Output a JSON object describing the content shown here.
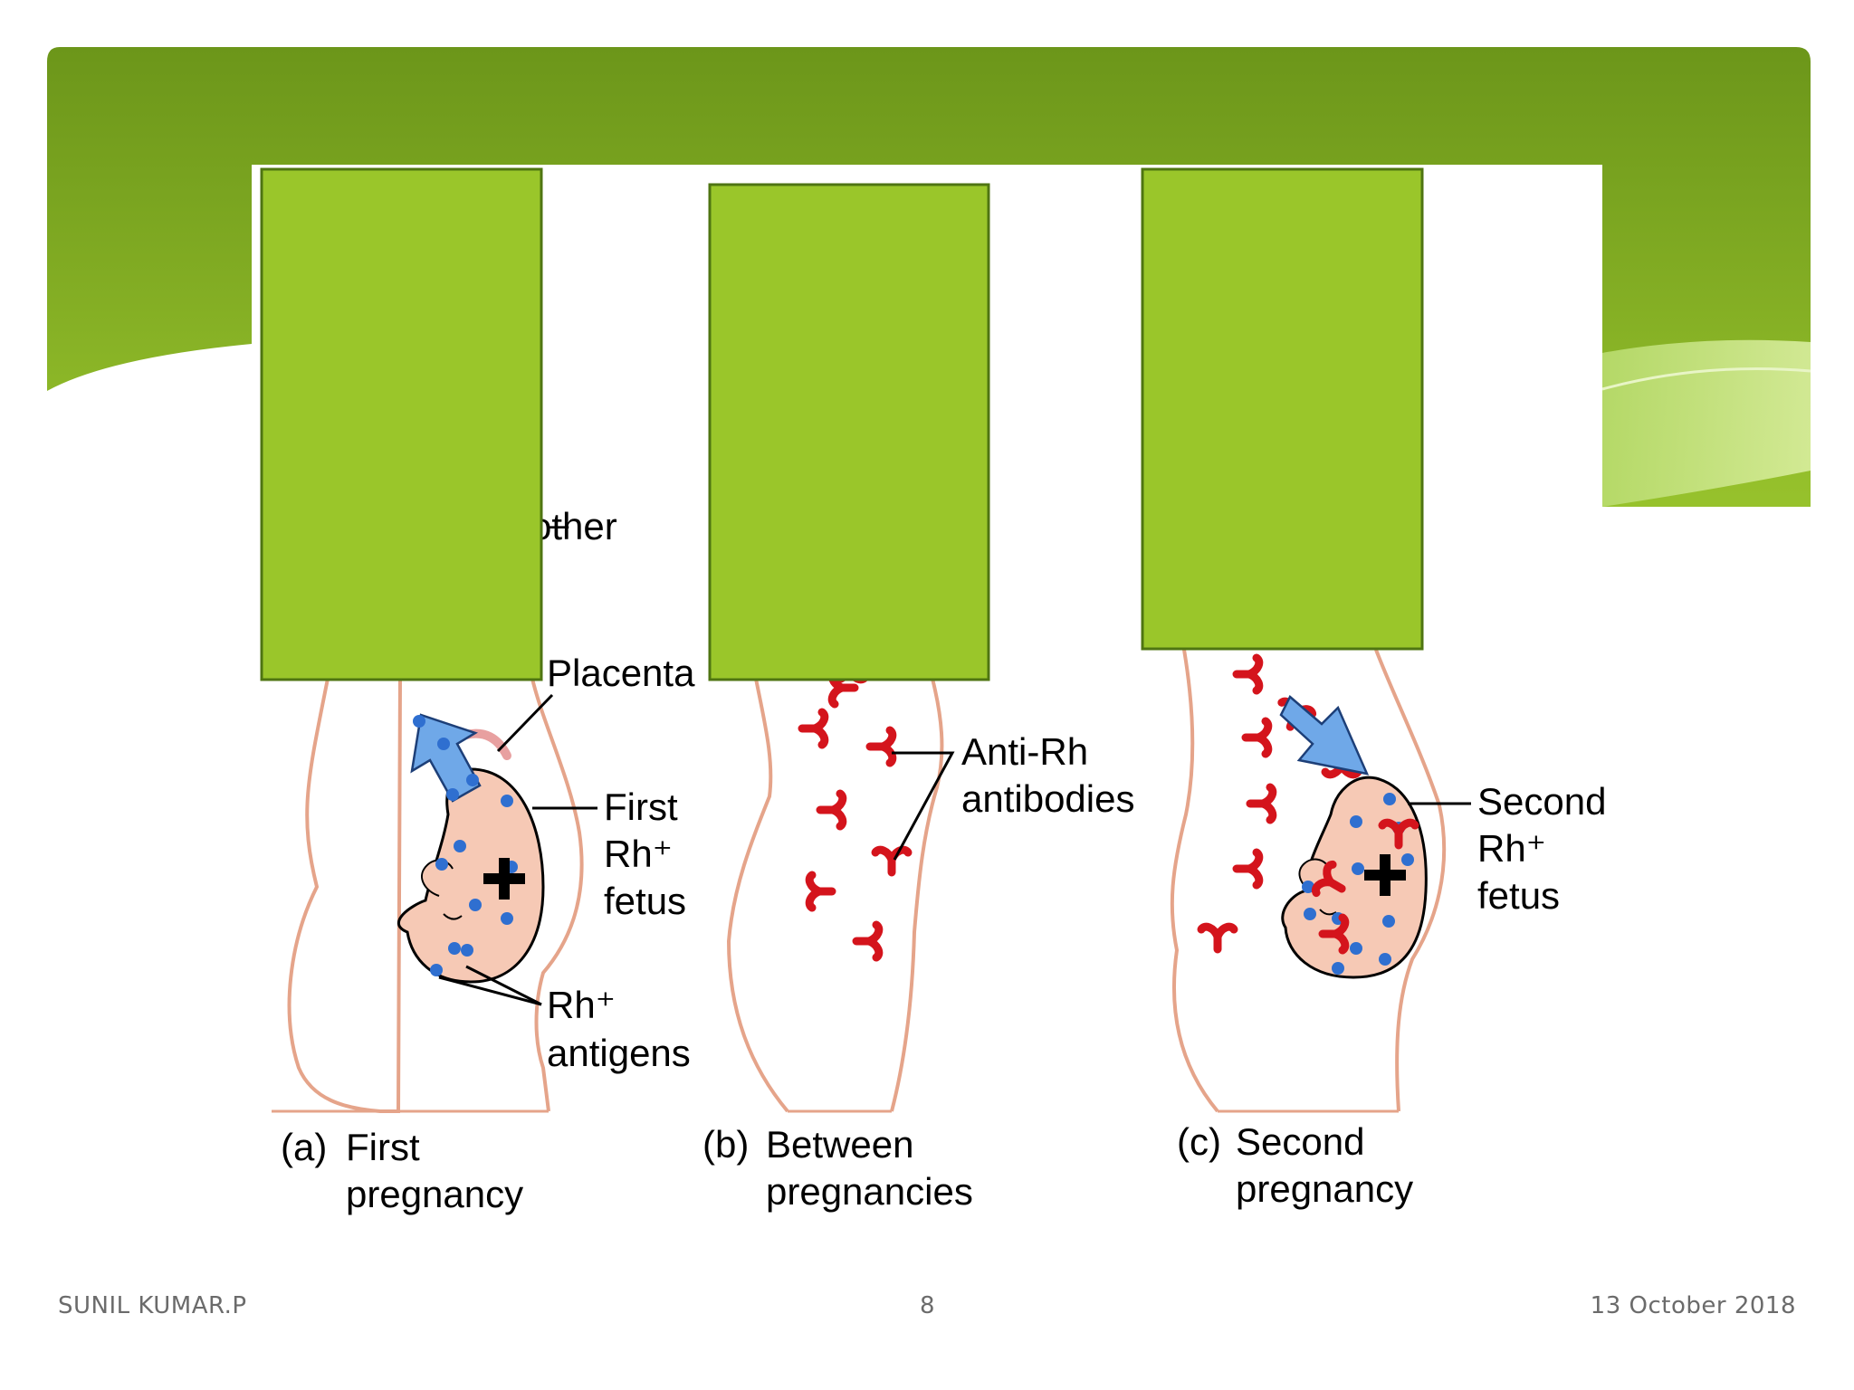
{
  "slide": {
    "theme_colors": {
      "banner_top": "#6f9a1c",
      "banner_bottom": "#8fbc2a",
      "overlay_box": "#9ac62a",
      "overlay_border": "#4f7512",
      "body_outline": "#e5a48a",
      "fetus_fill": "#f6c9b5",
      "antigen_dot": "#2f6fd0",
      "antibody_red": "#d4141c",
      "arrow_blue": "#6fa8e8"
    }
  },
  "diagram": {
    "labels": {
      "mother_rh_fragment": "–",
      "mother_fragment": "other",
      "placenta": "Placenta",
      "first_fetus": [
        "First",
        "Rh⁺",
        "fetus"
      ],
      "antigens": [
        "Rh⁺",
        "antigens"
      ],
      "antibodies": [
        "Anti-Rh",
        "antibodies"
      ],
      "second_fetus": [
        "Second",
        "Rh⁺",
        "fetus"
      ],
      "plus_sign": "+"
    },
    "panels": [
      {
        "letter": "(a)",
        "line1": "First",
        "line2": "pregnancy"
      },
      {
        "letter": "(b)",
        "line1": "Between",
        "line2": "pregnancies"
      },
      {
        "letter": "(c)",
        "line1": "Second",
        "line2": "pregnancy"
      }
    ]
  },
  "footer": {
    "author": "SUNIL KUMAR.P",
    "page_number": "8",
    "date": "13 October 2018"
  }
}
